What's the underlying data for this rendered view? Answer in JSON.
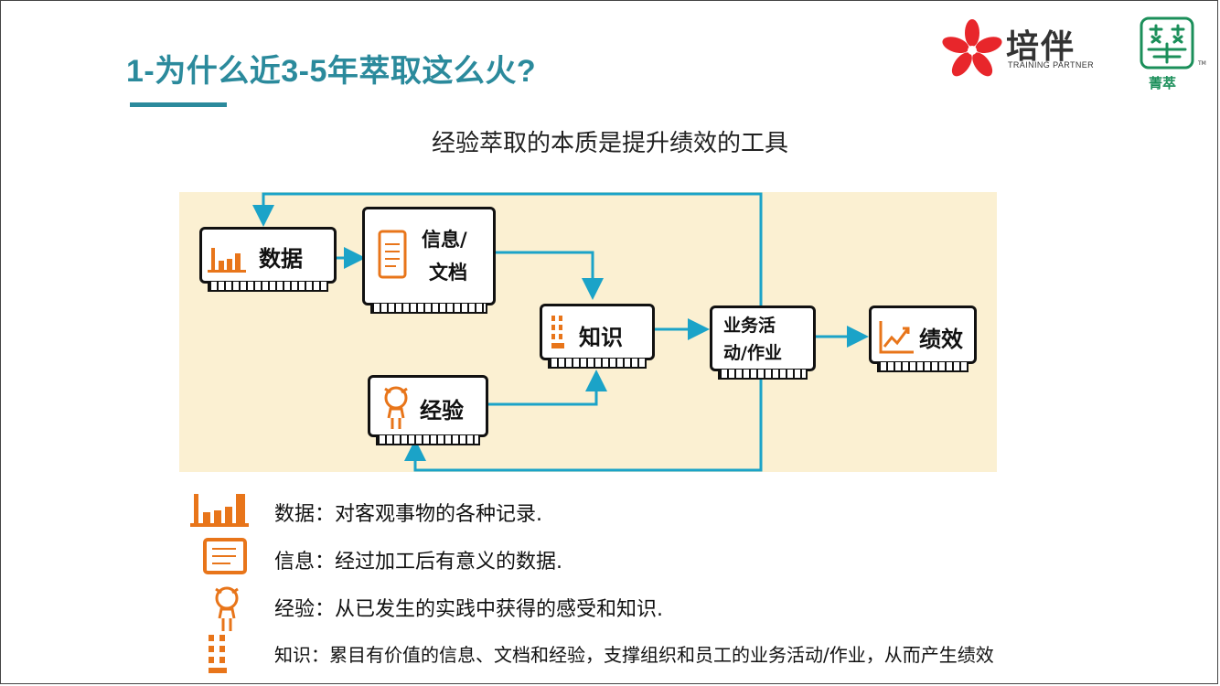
{
  "slide": {
    "title": "1-为什么近3-5年萃取这么火?",
    "subtitle": "经验萃取的本质是提升绩效的工具"
  },
  "logos": {
    "peiban_name": "培伴",
    "peiban_tagline": "TRAINING PARTNER",
    "jingcui_name": "菁萃",
    "tm": "TM"
  },
  "diagram": {
    "nodes": {
      "data": "数据",
      "info_line1": "信息/",
      "info_line2": "文档",
      "knowledge": "知识",
      "experience": "经验",
      "business_line1": "业务活",
      "business_line2": "动/作业",
      "performance": "绩效"
    }
  },
  "legend": [
    {
      "text": "数据：对客观事物的各种记录."
    },
    {
      "text": "信息：经过加工后有意义的数据."
    },
    {
      "text": "经验：从已发生的实践中获得的感受和知识."
    },
    {
      "text": "知识：累目有价值的信息、文档和经验，支撑组织和员工的业务活动/作业，从而产生绩效"
    }
  ],
  "colors": {
    "title": "#2b8a9c",
    "arrow": "#1ba3c8",
    "icon": "#e8751a",
    "panel": "#fbf0d2",
    "peiban_star": "#e8262b",
    "jingcui_green": "#1b8f5a"
  }
}
